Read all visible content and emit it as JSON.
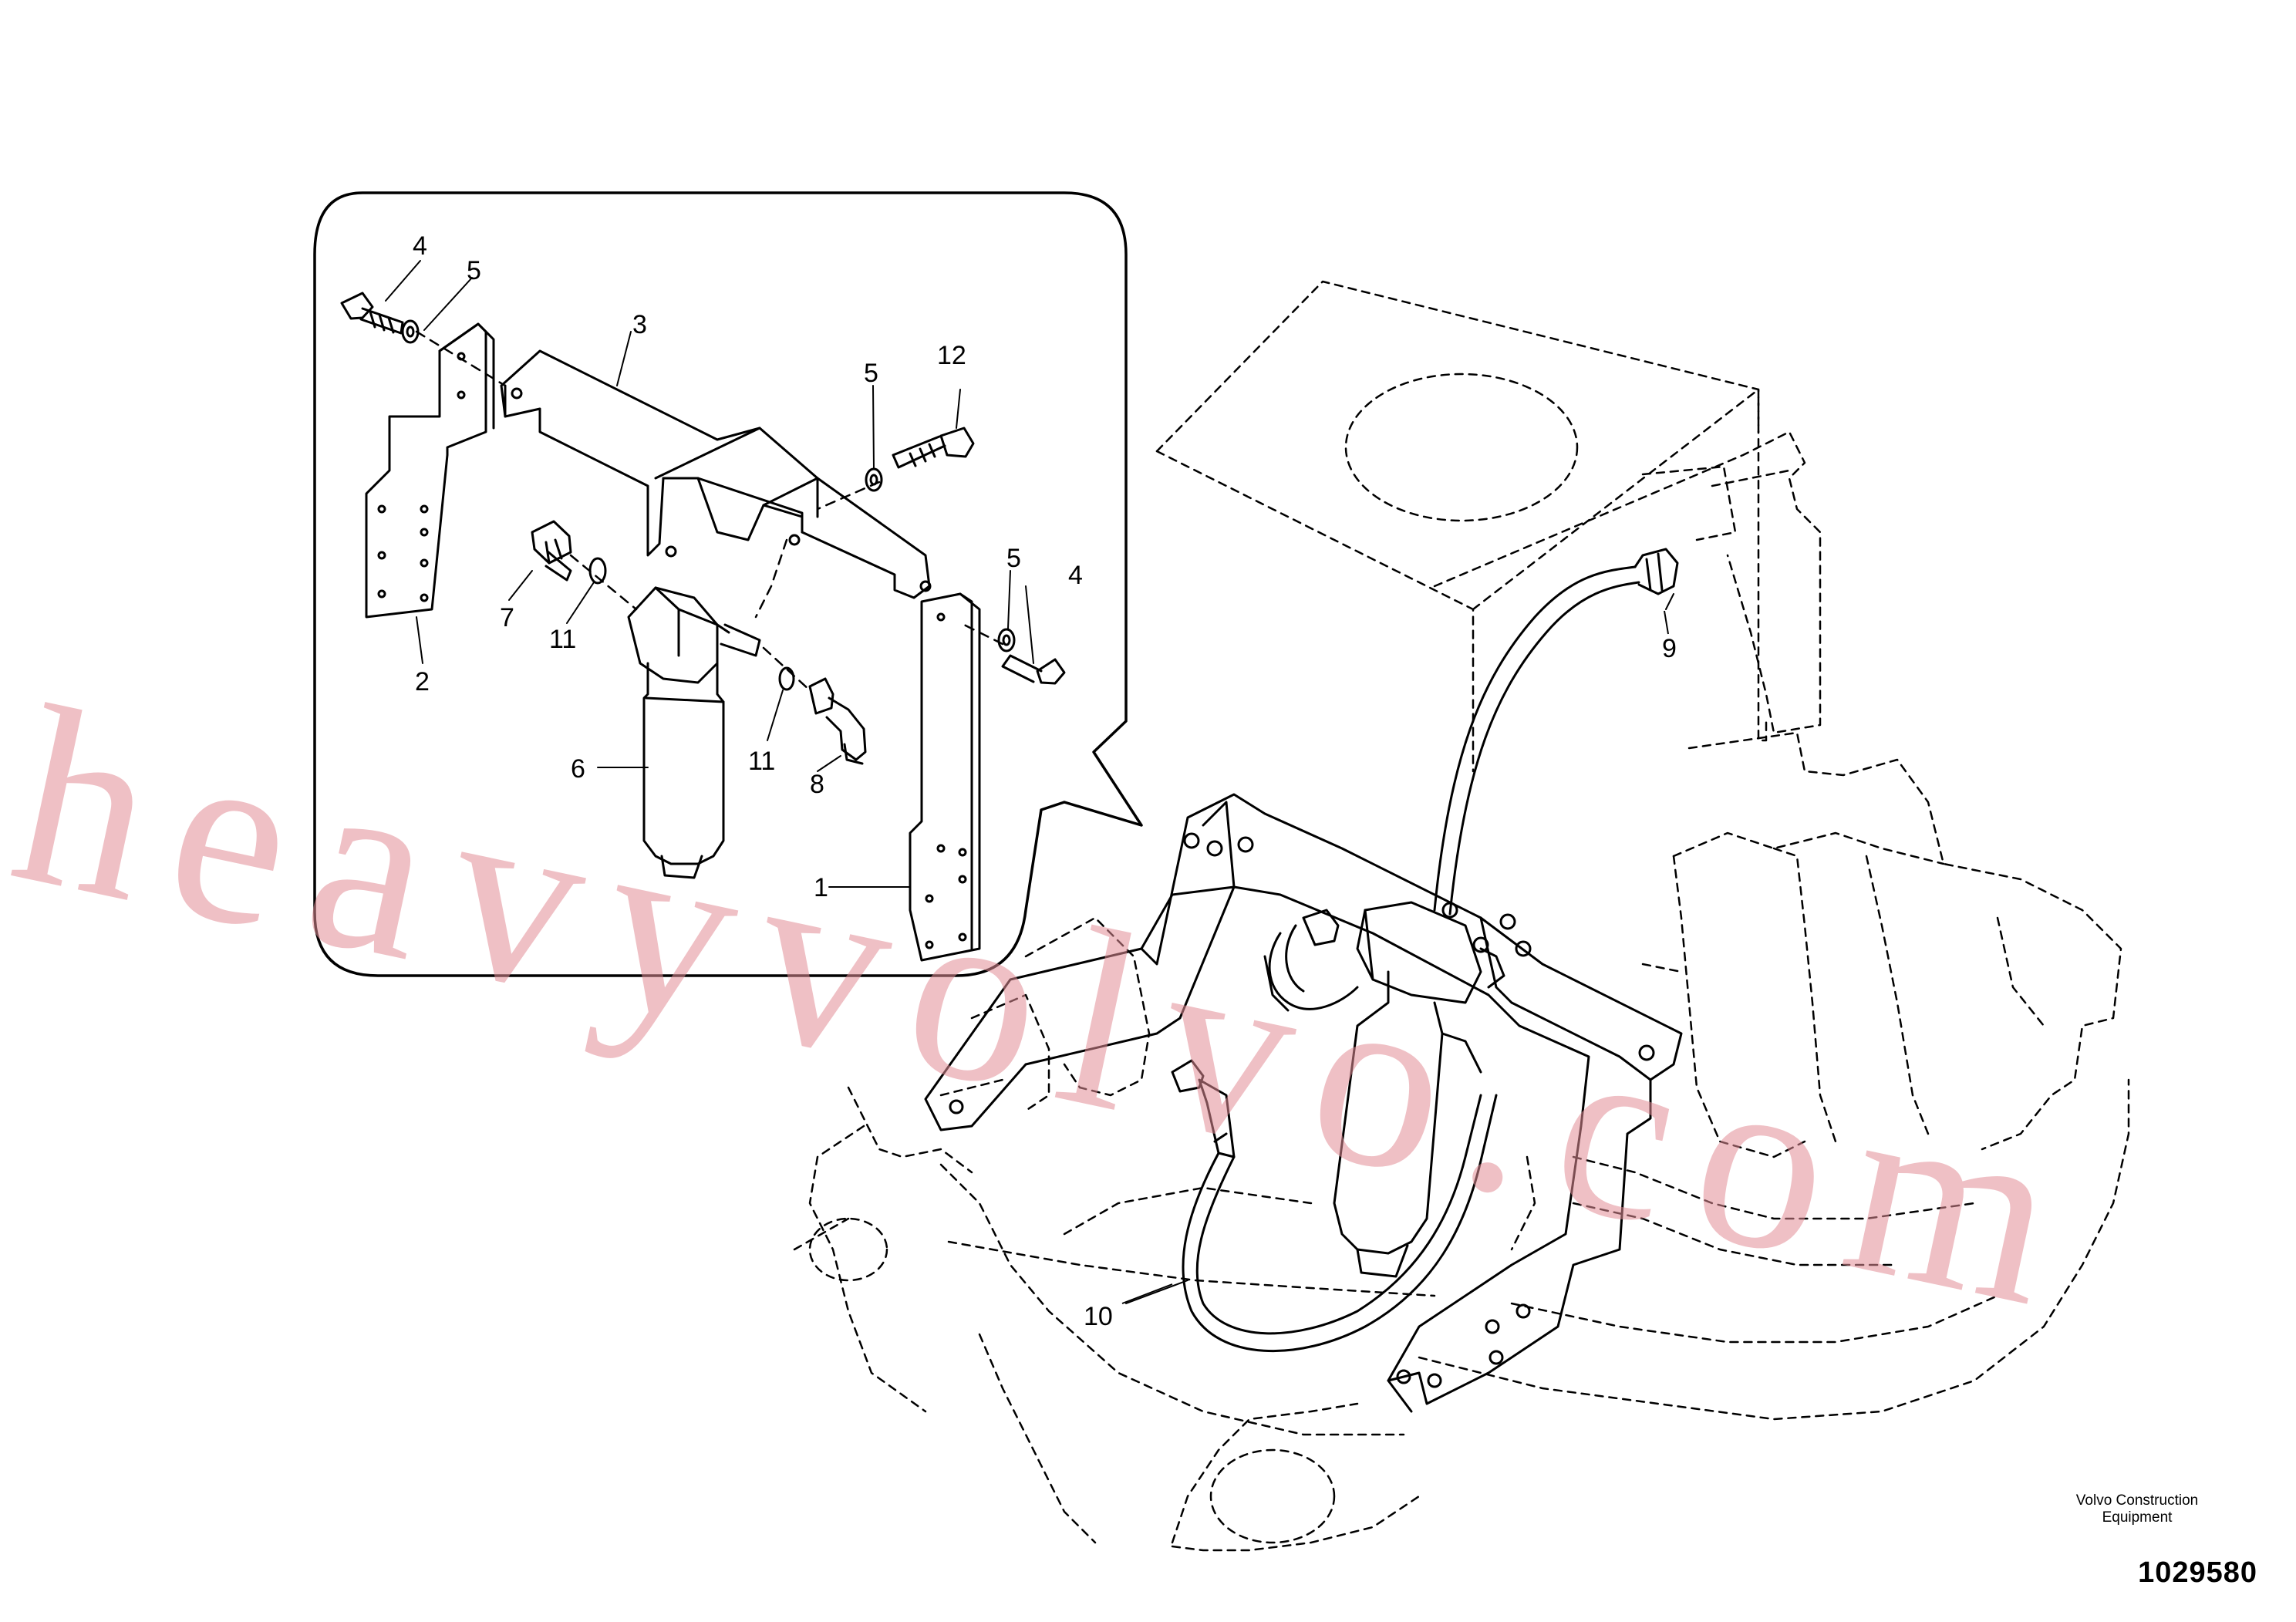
{
  "callouts": [
    {
      "label": "1"
    },
    {
      "label": "2"
    },
    {
      "label": "3"
    },
    {
      "label": "4"
    },
    {
      "label": "4"
    },
    {
      "label": "5"
    },
    {
      "label": "5"
    },
    {
      "label": "5"
    },
    {
      "label": "6"
    },
    {
      "label": "7"
    },
    {
      "label": "8"
    },
    {
      "label": "9"
    },
    {
      "label": "10"
    },
    {
      "label": "11"
    },
    {
      "label": "11"
    },
    {
      "label": "12"
    }
  ],
  "publisher": {
    "line1": "Volvo Construction",
    "line2": "Equipment"
  },
  "illustration_number": "1029580",
  "watermark": "heavyvolvo.com",
  "colors": {
    "line": "#000000",
    "watermark": "#e08c96",
    "background": "#ffffff"
  }
}
